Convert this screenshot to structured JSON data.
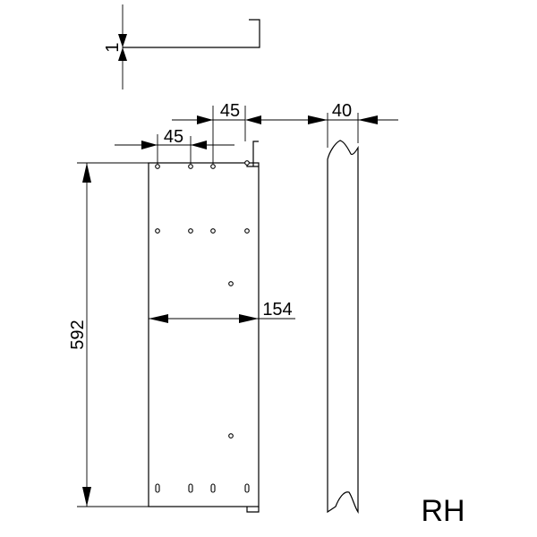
{
  "dimensions": {
    "thickness": "1",
    "hole_pitch_lower": "45",
    "hole_pitch_upper": "45",
    "depth": "40",
    "height": "592",
    "width": "154"
  },
  "side_label": "RH"
}
